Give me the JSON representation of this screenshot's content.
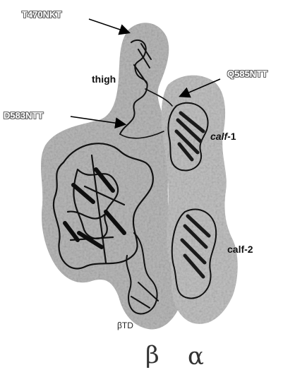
{
  "labels": {
    "t470": "T470NKT",
    "d583": "D583NTT",
    "q585": "Q585NTT",
    "thigh": "thigh",
    "calf1_italic": "calf",
    "calf1_suffix": "-1",
    "calf2": "calf-2",
    "btd": "βTD",
    "beta": "β",
    "alpha": "α"
  },
  "colors": {
    "surface": "#b9b9b9",
    "surface_light": "#d4d4d4",
    "ribbon": "#111111",
    "label_outline": "#666666"
  }
}
